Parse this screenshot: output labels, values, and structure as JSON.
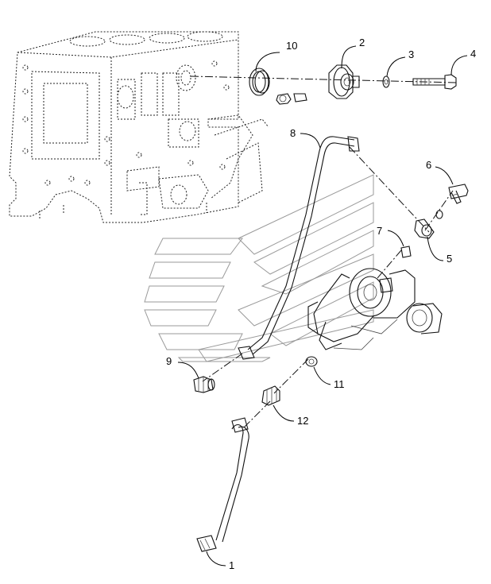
{
  "callouts": [
    {
      "id": "c1",
      "label": "1"
    },
    {
      "id": "c2",
      "label": "2"
    },
    {
      "id": "c3",
      "label": "3"
    },
    {
      "id": "c4",
      "label": "4"
    },
    {
      "id": "c5",
      "label": "5"
    },
    {
      "id": "c6",
      "label": "6"
    },
    {
      "id": "c7",
      "label": "7"
    },
    {
      "id": "c8",
      "label": "8"
    },
    {
      "id": "c9",
      "label": "9"
    },
    {
      "id": "c10",
      "label": "10"
    },
    {
      "id": "c11",
      "label": "11"
    },
    {
      "id": "c12",
      "label": "12"
    }
  ]
}
